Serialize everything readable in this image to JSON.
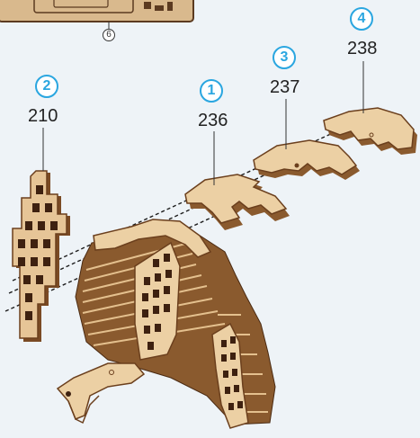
{
  "reference": {
    "label": "6"
  },
  "steps": [
    {
      "step": "1",
      "part": "236"
    },
    {
      "step": "2",
      "part": "210"
    },
    {
      "step": "3",
      "part": "237"
    },
    {
      "step": "4",
      "part": "238"
    }
  ],
  "colors": {
    "wood_light": "#e8c89a",
    "wood_mid": "#c9975f",
    "wood_edge": "#6b3f1d",
    "wood_dark": "#3e2110",
    "accent_blue": "#2aa6e0",
    "background": "#eef3f7"
  }
}
